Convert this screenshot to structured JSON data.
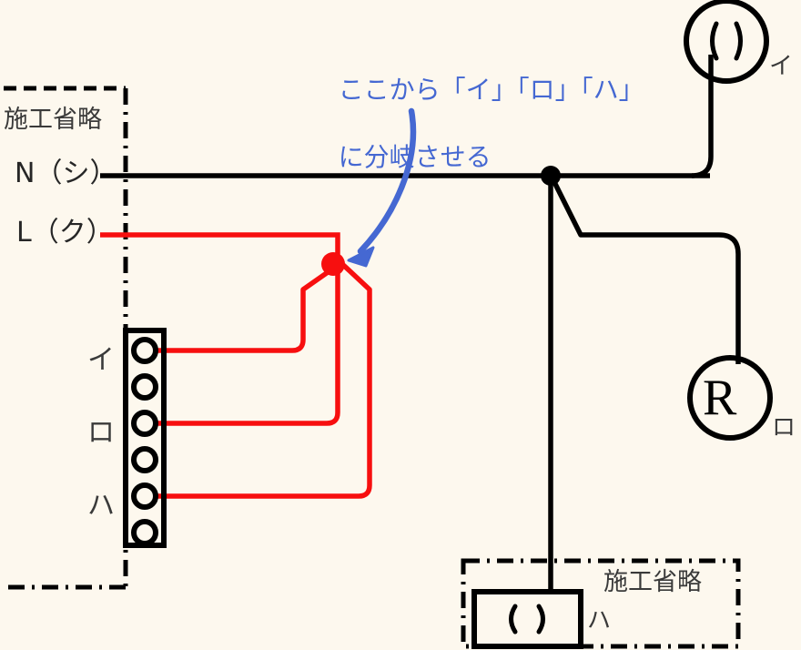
{
  "diagram": {
    "title": "single-phase branch circuit wiring diagram",
    "background_color": "#fdf8ee",
    "colors": {
      "wire_neutral": "#000000",
      "wire_live": "#f70f0f",
      "annotation": "#4568d2",
      "text": "#3a3a3a"
    }
  },
  "annotation": {
    "line1": "ここから「イ」「ロ」「ハ」",
    "line2": "に分岐させる",
    "color": "#4568d2"
  },
  "supply_box": {
    "omit_label": "施工省略",
    "terminals": [
      {
        "name": "neutral",
        "label": "N（シ）",
        "wire_color": "#000000"
      },
      {
        "name": "live",
        "label": "L（ク）",
        "wire_color": "#f70f0f"
      }
    ]
  },
  "terminal_block": {
    "name": "terminal-block",
    "hole_count": 6,
    "side_labels": [
      {
        "label": "イ",
        "hole_index": 1
      },
      {
        "label": "ロ",
        "hole_index": 3
      },
      {
        "label": "ハ",
        "hole_index": 5
      }
    ]
  },
  "devices": [
    {
      "name": "outlet-i",
      "symbol": "( )",
      "label": "イ",
      "shape": "circle"
    },
    {
      "name": "device-ro",
      "symbol": "R",
      "label": "ロ",
      "shape": "circle"
    },
    {
      "name": "outlet-ha",
      "symbol": "( )",
      "label": "ハ",
      "shape": "rectangle"
    }
  ],
  "bottom_box": {
    "omit_label": "施工省略"
  }
}
